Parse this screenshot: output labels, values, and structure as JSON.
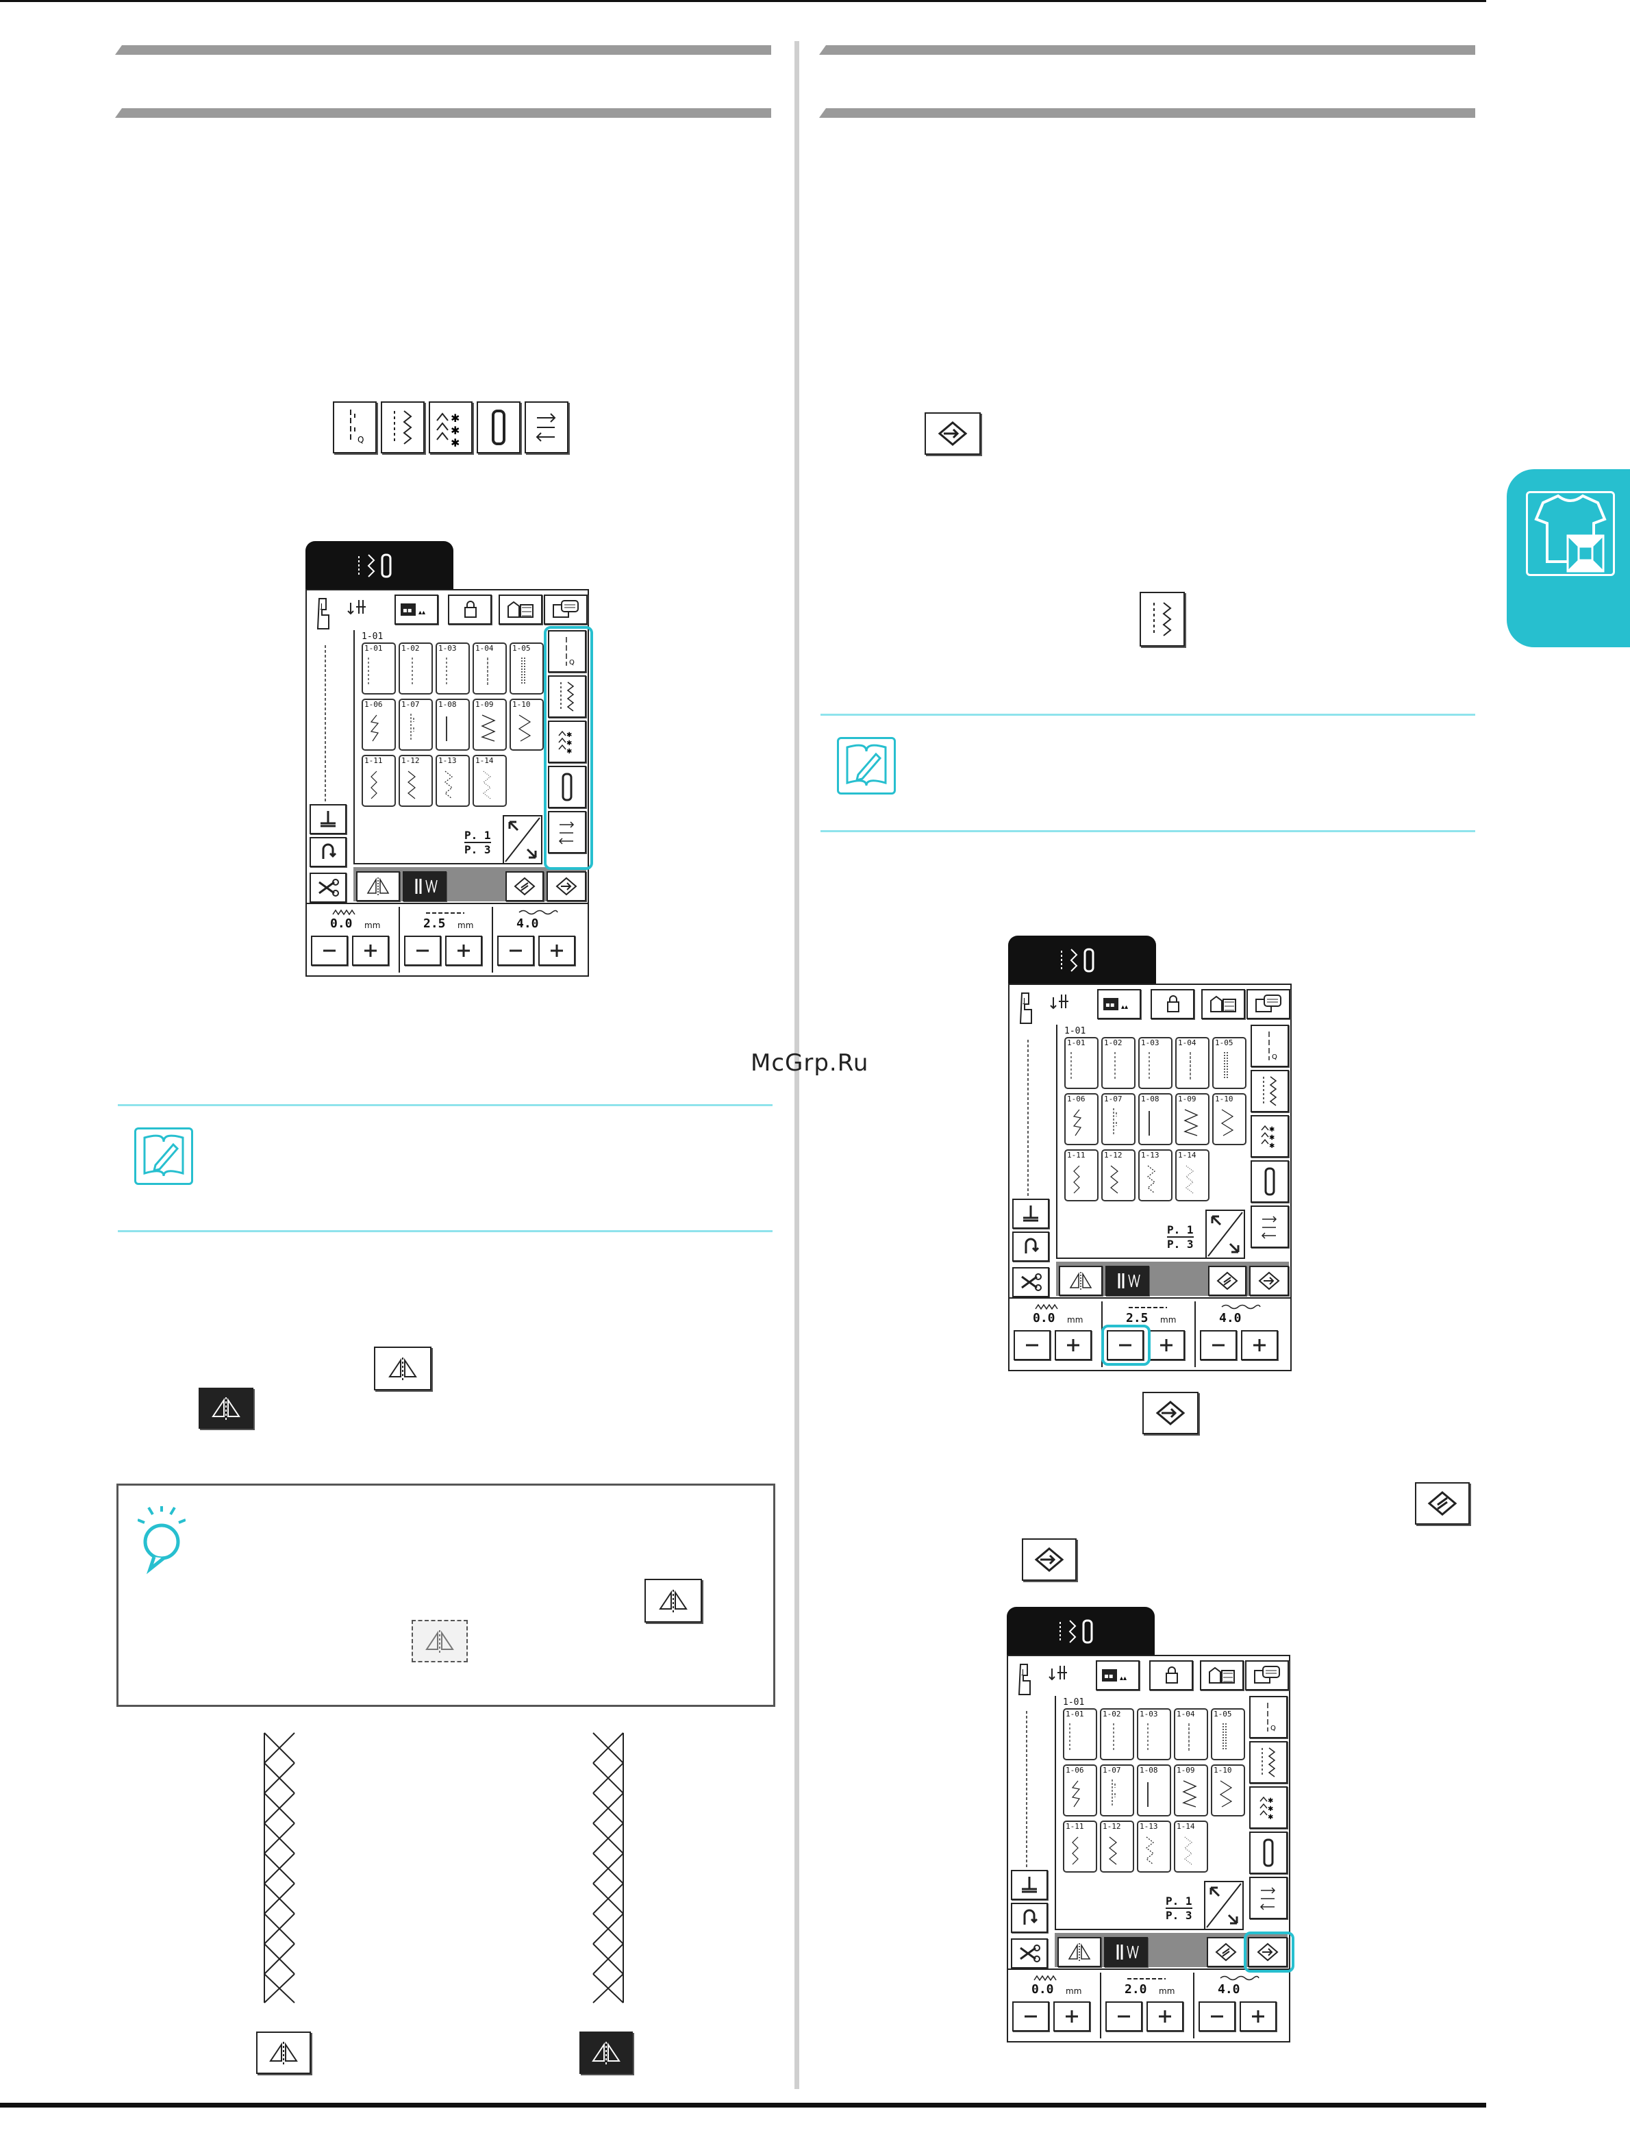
{
  "watermark": "McGrp.Ru",
  "screen": {
    "first_pattern_number": "1-01",
    "cells": [
      [
        "1-01",
        "1-02",
        "1-03",
        "1-04",
        "1-05"
      ],
      [
        "1-06",
        "1-07",
        "1-08",
        "1-09",
        "1-10"
      ],
      [
        "1-11",
        "1-12",
        "1-13",
        "1-14"
      ]
    ],
    "page_top": "P. 1",
    "page_bottom": "P. 3",
    "width_unit": "mm",
    "length_unit": "mm",
    "screen1": {
      "width": "0.0",
      "length": "2.5",
      "tension": "4.0"
    },
    "screen2": {
      "width": "0.0",
      "length": "2.5",
      "tension": "4.0"
    },
    "screen3": {
      "width": "0.0",
      "length": "2.0",
      "tension": "4.0"
    }
  },
  "icons": [
    "top-rule",
    "stitch-category-icons",
    "lcd-screen",
    "memo-icon",
    "note-icon",
    "mirror-image-key-icon",
    "pattern-enter-key-icon",
    "memory-key-icon",
    "stitch-examples"
  ],
  "colors": {
    "accent": "#27bfcf",
    "bar": "#9a9a9a"
  }
}
